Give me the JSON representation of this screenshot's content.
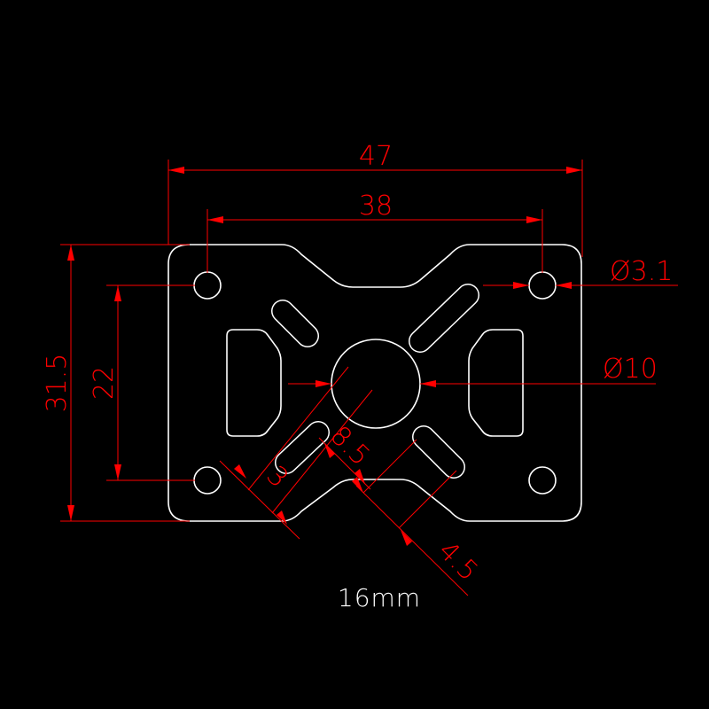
{
  "drawing": {
    "unit_caption": "16mm",
    "dimensions": {
      "overall_width": "47",
      "hole_spacing_x": "38",
      "overall_height": "31.5",
      "hole_spacing_y": "22",
      "mount_hole_dia": "Ø3.1",
      "center_hole_dia": "Ø10",
      "slot_width": "3",
      "slot_offset": "8.5",
      "slot_length": "4.5"
    },
    "colors": {
      "background": "#000000",
      "outline": "#ffffff",
      "dimension": "#ff0000"
    }
  }
}
